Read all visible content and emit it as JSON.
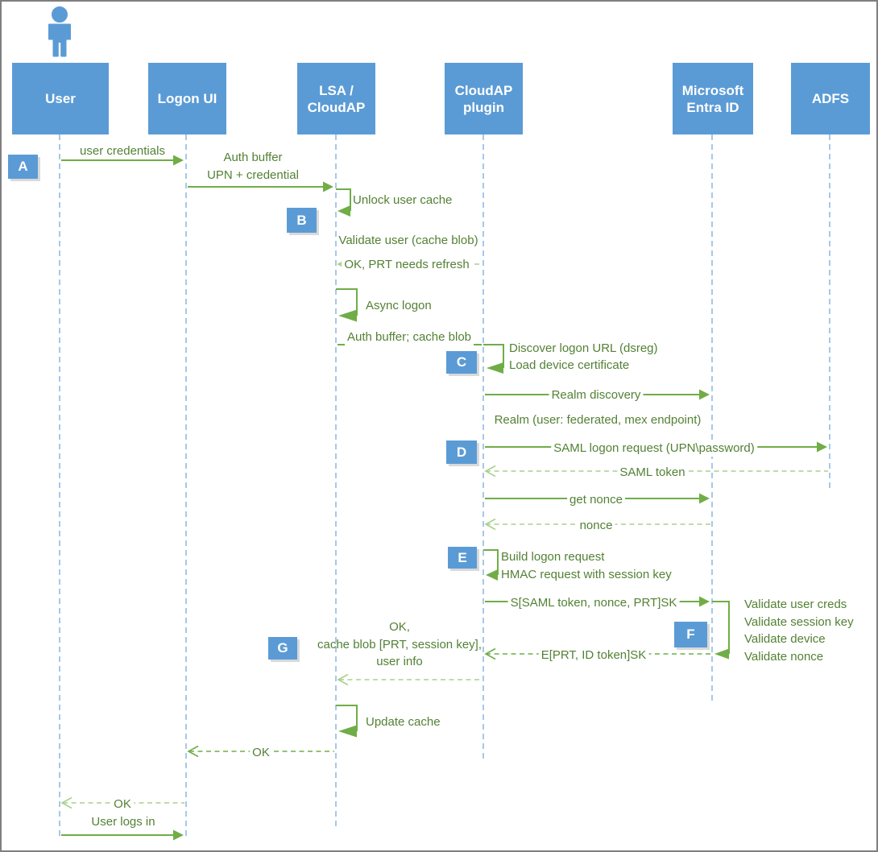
{
  "actors": [
    {
      "label": "User"
    },
    {
      "label": "Logon UI"
    },
    {
      "label": "LSA /\nCloudAP"
    },
    {
      "label": "CloudAP\nplugin"
    },
    {
      "label": "Microsoft\nEntra ID"
    },
    {
      "label": "ADFS"
    }
  ],
  "markers": [
    {
      "label": "A"
    },
    {
      "label": "B"
    },
    {
      "label": "C"
    },
    {
      "label": "D"
    },
    {
      "label": "E"
    },
    {
      "label": "F"
    },
    {
      "label": "G"
    }
  ],
  "labels": {
    "user_credentials": "user credentials",
    "auth_buffer_upn": "Auth buffer\nUPN + credential",
    "unlock_user_cache": "Unlock user cache",
    "validate_user": "Validate user (cache blob)",
    "ok_prt": "OK, PRT needs refresh",
    "async_logon": "Async logon",
    "auth_buffer_cache": "Auth buffer; cache blob",
    "discover_logon": "Discover logon URL (dsreg)",
    "load_cert": "Load device certificate",
    "realm_discovery": "Realm discovery",
    "realm_result": "Realm (user: federated, mex endpoint)",
    "saml_request": "SAML logon request (UPN\\password)",
    "saml_token": "SAML token",
    "get_nonce": "get nonce",
    "nonce": "nonce",
    "build_logon": "Build logon request",
    "hmac_request": "HMAC request with session key",
    "s_saml": "S[SAML token, nonce, PRT]SK",
    "validations": "Validate user creds\nValidate session key\nValidate device\nValidate nonce",
    "e_prt": "E[PRT, ID token]SK",
    "ok_cache": "OK,\ncache blob [PRT, session key],\nuser info",
    "update_cache": "Update cache",
    "ok_to_logon_ui": "OK",
    "ok_to_user": "OK",
    "user_logs_in": "User logs in"
  },
  "colors": {
    "actor_blue": "#5B9BD5",
    "lifeline_blue": "#9DC3E6",
    "arrow_green": "#70AD47",
    "dashed_light_green": "#A9D18E",
    "text_green": "#538135"
  }
}
